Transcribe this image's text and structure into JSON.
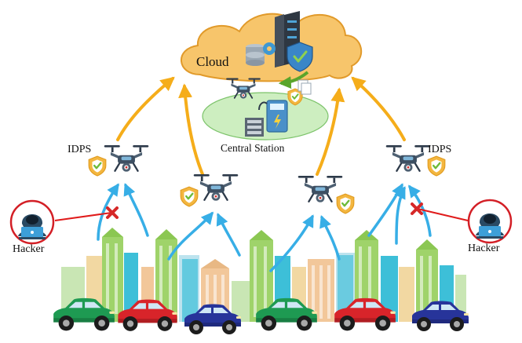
{
  "labels": {
    "cloud": "Cloud",
    "central_station": "Central Station",
    "idps_left": "IDPS",
    "idps_right": "IDPS",
    "hacker_left": "Hacker",
    "hacker_right": "Hacker"
  },
  "colors": {
    "cloud_fill": "#f7c56b",
    "cloud_stroke": "#e19a2a",
    "station_zone": "#cdeec0",
    "uplink_arrow": "#f5ad1a",
    "downlink_arrow": "#37aee6",
    "attack_line": "#e01b1b",
    "blocked_mark": "#d62828",
    "shield": "#f3b63f",
    "check": "#6dbb3a",
    "car_green": "#1e9a52",
    "car_red": "#d8242a",
    "car_blue": "#27349a"
  },
  "icons": [
    "server-icon",
    "database-icon",
    "gear-icon",
    "shield-check-icon",
    "drone-icon",
    "charging-station-icon",
    "hacker-icon",
    "laptop-icon",
    "blocked-x-icon",
    "car-icon",
    "building-icon"
  ]
}
